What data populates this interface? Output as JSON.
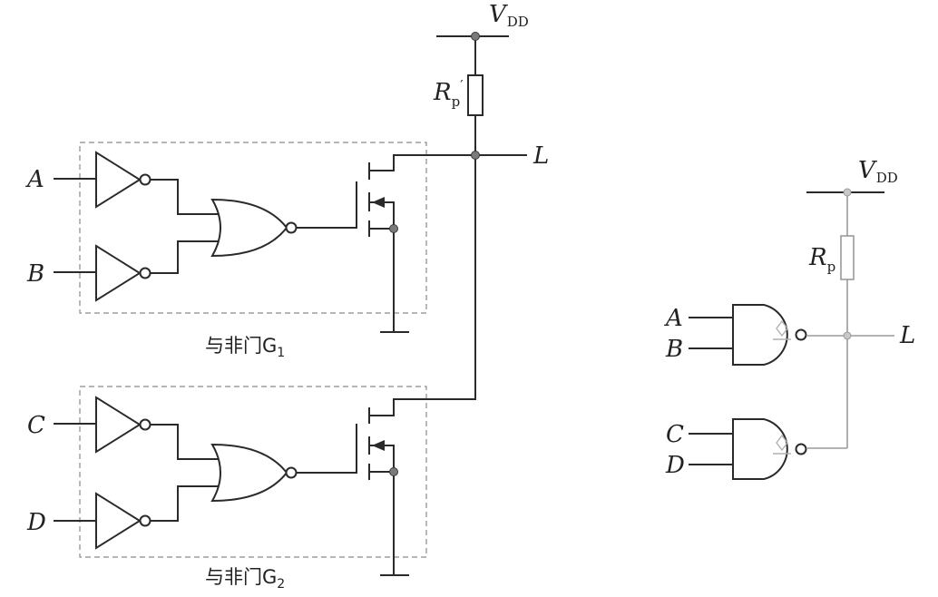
{
  "left_circuit": {
    "inputs": [
      "A",
      "B",
      "C",
      "D"
    ],
    "supply": {
      "main": "V",
      "sub": "DD"
    },
    "resistor": {
      "main": "R",
      "sub": "p",
      "prime": "′"
    },
    "output": "L",
    "gate1_caption": {
      "main": "与非门G",
      "sub": "1"
    },
    "gate2_caption": {
      "main": "与非门G",
      "sub": "2"
    }
  },
  "right_circuit": {
    "inputs": [
      "A",
      "B",
      "C",
      "D"
    ],
    "supply": {
      "main": "V",
      "sub": "DD"
    },
    "resistor": {
      "main": "R",
      "sub": "p"
    },
    "output": "L"
  }
}
